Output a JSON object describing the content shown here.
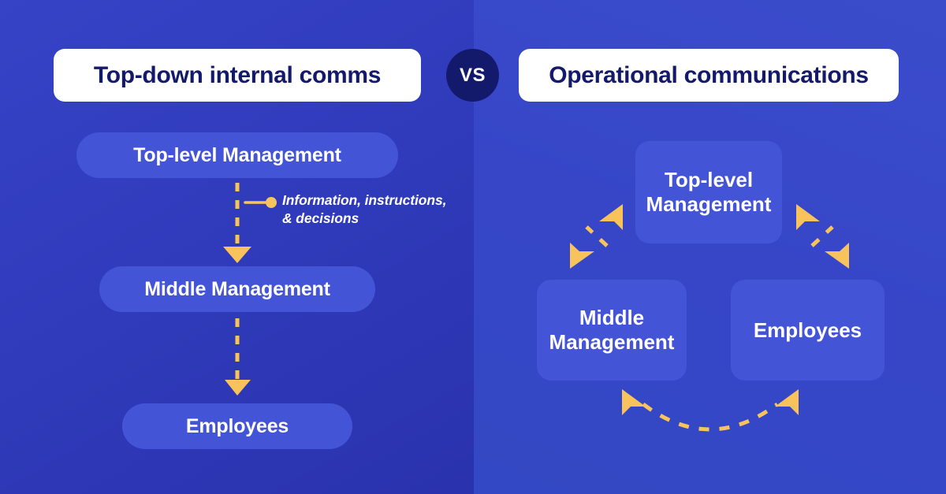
{
  "theme": {
    "bg_left": "#2f3aba",
    "bg_right": "#3646c7",
    "node_fill": "#4354d6",
    "card_bg": "#ffffff",
    "title_color": "#141a6b",
    "accent_yellow": "#f9c35c",
    "text_white": "#ffffff"
  },
  "headers": {
    "left_title": "Top-down internal comms",
    "right_title": "Operational communications",
    "vs_label": "VS"
  },
  "left_panel": {
    "nodes": [
      {
        "label": "Top-level Management"
      },
      {
        "label": "Middle Management"
      },
      {
        "label": "Employees"
      }
    ],
    "annotation": {
      "line1": "Information, instructions,",
      "line2": "& decisions"
    },
    "flow_direction": "downward",
    "connectors": [
      {
        "from": "Top-level Management",
        "to": "Middle Management",
        "style": "dashed",
        "arrow": "single-down"
      },
      {
        "from": "Middle Management",
        "to": "Employees",
        "style": "dashed",
        "arrow": "single-down"
      }
    ]
  },
  "right_panel": {
    "nodes": [
      {
        "line1": "Top-level",
        "line2": "Management"
      },
      {
        "line1": "Middle",
        "line2": "Management"
      },
      {
        "line1": "Employees",
        "line2": ""
      }
    ],
    "connectors": [
      {
        "from": "Top-level Management",
        "to": "Middle Management",
        "style": "dashed",
        "arrow": "double"
      },
      {
        "from": "Top-level Management",
        "to": "Employees",
        "style": "dashed",
        "arrow": "double"
      },
      {
        "from": "Middle Management",
        "to": "Employees",
        "style": "dashed-curved",
        "arrow": "double"
      }
    ]
  }
}
